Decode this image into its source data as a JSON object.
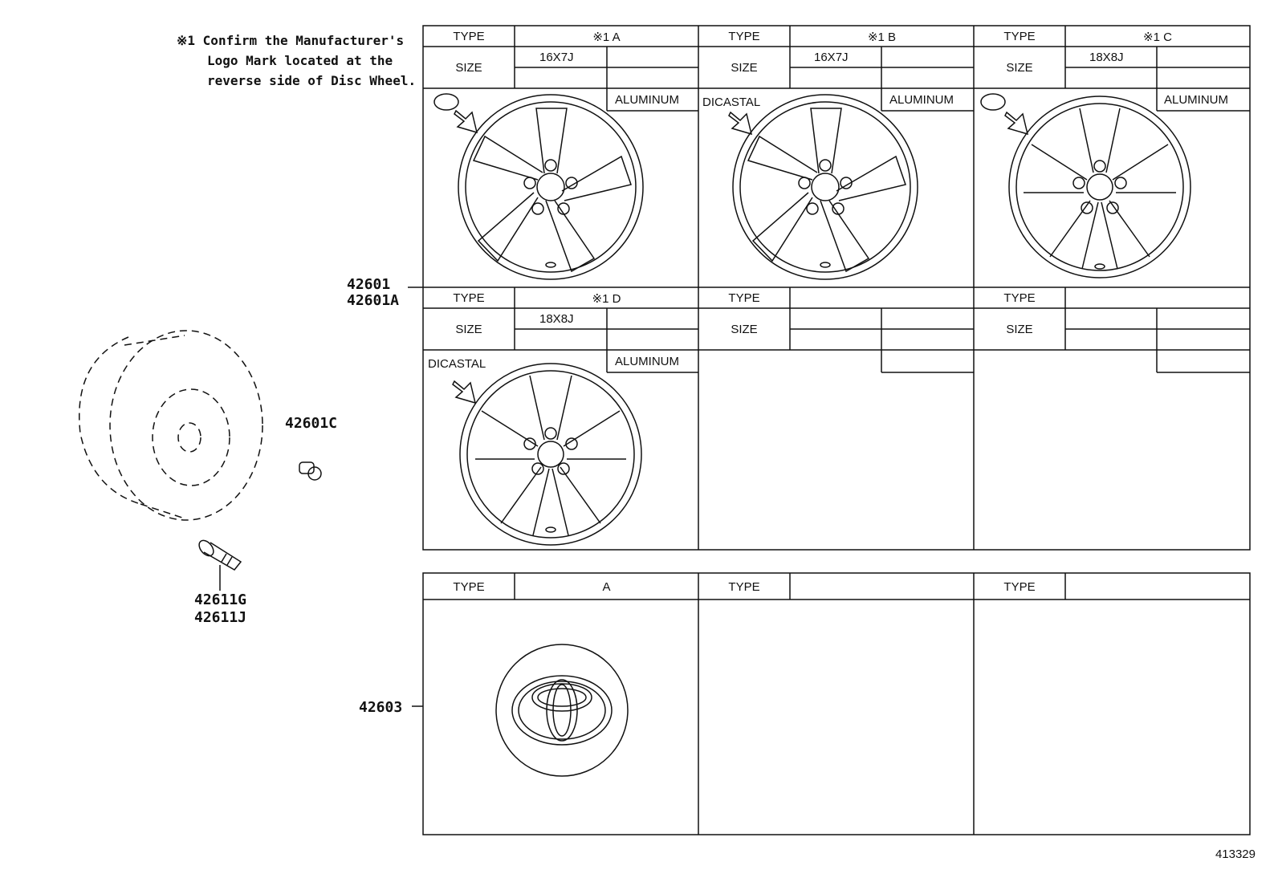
{
  "note": {
    "lines": [
      "※1 Confirm the Manufacturer's",
      "Logo Mark located at the",
      "reverse side of Disc Wheel."
    ]
  },
  "part_numbers": {
    "wheel_a": "42601",
    "wheel_b": "42601A",
    "ornament": "42603",
    "balance_weight": "42601C",
    "valve_a": "42611G",
    "valve_b": "42611J"
  },
  "wheel_table": {
    "type_label": "TYPE",
    "size_label": "SIZE",
    "cells": [
      {
        "type": "※1 A",
        "size": "16X7J",
        "material": "ALUMINUM",
        "maker": ""
      },
      {
        "type": "※1 B",
        "size": "16X7J",
        "material": "ALUMINUM",
        "maker": "DICASTAL"
      },
      {
        "type": "※1 C",
        "size": "18X8J",
        "material": "ALUMINUM",
        "maker": ""
      },
      {
        "type": "※1 D",
        "size": "18X8J",
        "material": "ALUMINUM",
        "maker": "DICASTAL"
      },
      {
        "type": "",
        "size": "",
        "material": "",
        "maker": ""
      },
      {
        "type": "",
        "size": "",
        "material": "",
        "maker": ""
      }
    ]
  },
  "ornament_table": {
    "type_label": "TYPE",
    "cells": [
      {
        "type": "A"
      },
      {
        "type": ""
      },
      {
        "type": ""
      }
    ]
  },
  "footer": {
    "code": "413329"
  }
}
